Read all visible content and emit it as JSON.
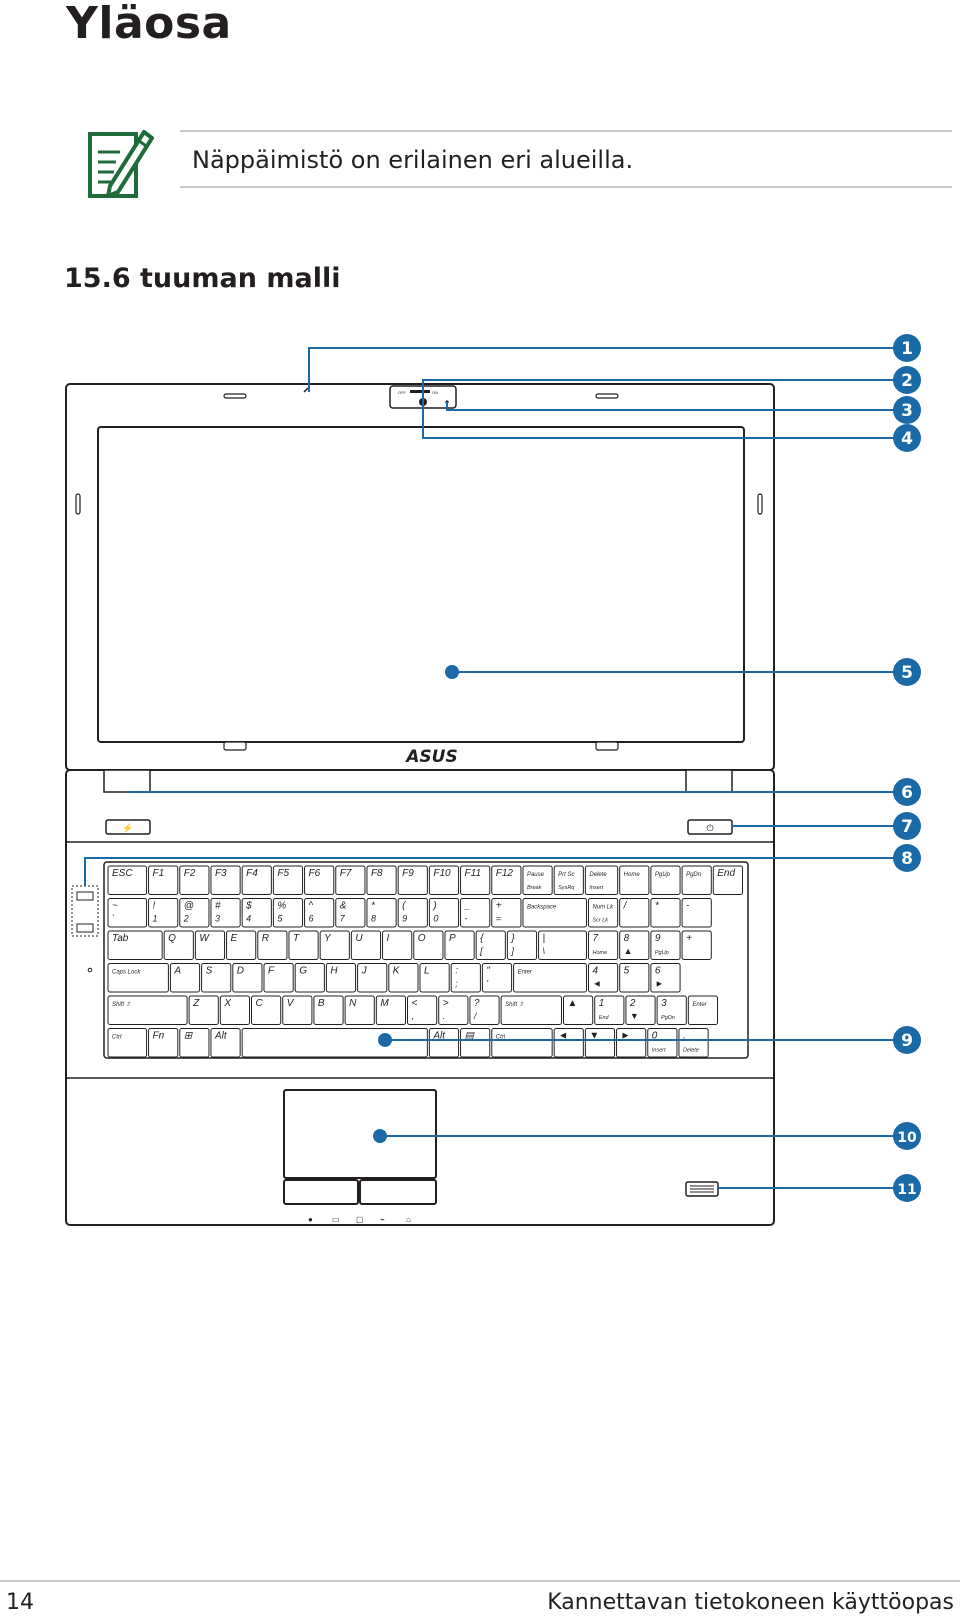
{
  "page": {
    "title": "Yläosa",
    "note": "Näppäimistö on erilainen eri alueilla.",
    "subtitle": "15.6 tuuman malli",
    "page_number": "14",
    "book_title": "Kannettavan tietokoneen käyttöopas"
  },
  "callouts": [
    "1",
    "2",
    "3",
    "4",
    "5",
    "6",
    "7",
    "8",
    "9",
    "10",
    "11"
  ],
  "callout_color": "#1a6aa8",
  "icon_color": "#1f6b3a",
  "brand": "ASUS",
  "camera": {
    "left_label": "OFF",
    "right_label": "ON"
  },
  "keyboard": {
    "rows": [
      [
        {
          "t": "ESC",
          "w": 1.3
        },
        {
          "t": "F1",
          "w": 1
        },
        {
          "t": "F2",
          "w": 1
        },
        {
          "t": "F3",
          "w": 1
        },
        {
          "t": "F4",
          "w": 1
        },
        {
          "t": "F5",
          "w": 1
        },
        {
          "t": "F6",
          "w": 1
        },
        {
          "t": "F7",
          "w": 1
        },
        {
          "t": "F8",
          "w": 1
        },
        {
          "t": "F9",
          "w": 1
        },
        {
          "t": "F10",
          "w": 1
        },
        {
          "t": "F11",
          "w": 1
        },
        {
          "t": "F12",
          "w": 1
        },
        {
          "t": "Pause",
          "s": "Break",
          "w": 1
        },
        {
          "t": "Prt Sc",
          "s": "SysRq",
          "w": 1
        },
        {
          "t": "Delete",
          "s": "Insert",
          "w": 1.1
        },
        {
          "t": "Home",
          "w": 1
        },
        {
          "t": "PgUp",
          "w": 1
        },
        {
          "t": "PgDn",
          "w": 1
        },
        {
          "t": "End",
          "w": 1
        }
      ],
      [
        {
          "t": "~",
          "s": "`",
          "w": 1.3
        },
        {
          "t": "!",
          "s": "1",
          "w": 1
        },
        {
          "t": "@",
          "s": "2",
          "w": 1
        },
        {
          "t": "#",
          "s": "3",
          "w": 1
        },
        {
          "t": "$",
          "s": "4",
          "w": 1
        },
        {
          "t": "%",
          "s": "5",
          "w": 1
        },
        {
          "t": "^",
          "s": "6",
          "w": 1
        },
        {
          "t": "&",
          "s": "7",
          "w": 1
        },
        {
          "t": "*",
          "s": "8",
          "w": 1
        },
        {
          "t": "(",
          "s": "9",
          "w": 1
        },
        {
          "t": ")",
          "s": "0",
          "w": 1
        },
        {
          "t": "_",
          "s": "-",
          "w": 1
        },
        {
          "t": "+",
          "s": "=",
          "w": 1
        },
        {
          "t": "Backspace",
          "w": 2.1
        },
        {
          "t": "Num Lk",
          "s": "Scr Lk",
          "w": 1
        },
        {
          "t": "/",
          "w": 1
        },
        {
          "t": "*",
          "w": 1
        },
        {
          "t": "-",
          "w": 1
        }
      ],
      [
        {
          "t": "Tab",
          "w": 1.8
        },
        {
          "t": "Q",
          "w": 1
        },
        {
          "t": "W",
          "w": 1
        },
        {
          "t": "E",
          "w": 1
        },
        {
          "t": "R",
          "w": 1
        },
        {
          "t": "T",
          "w": 1
        },
        {
          "t": "Y",
          "w": 1
        },
        {
          "t": "U",
          "w": 1
        },
        {
          "t": "I",
          "w": 1
        },
        {
          "t": "O",
          "w": 1
        },
        {
          "t": "P",
          "w": 1
        },
        {
          "t": "{",
          "s": "[",
          "w": 1
        },
        {
          "t": "}",
          "s": "]",
          "w": 1
        },
        {
          "t": "|",
          "s": "\\",
          "w": 1.6
        },
        {
          "t": "7",
          "s": "Home",
          "w": 1
        },
        {
          "t": "8",
          "s": "▲",
          "w": 1
        },
        {
          "t": "9",
          "s": "PgUp",
          "w": 1
        },
        {
          "t": "+",
          "w": 1
        }
      ],
      [
        {
          "t": "Caps Lock",
          "w": 2.0
        },
        {
          "t": "A",
          "w": 1
        },
        {
          "t": "S",
          "w": 1
        },
        {
          "t": "D",
          "w": 1
        },
        {
          "t": "F",
          "w": 1
        },
        {
          "t": "G",
          "w": 1
        },
        {
          "t": "H",
          "w": 1
        },
        {
          "t": "J",
          "w": 1
        },
        {
          "t": "K",
          "w": 1
        },
        {
          "t": "L",
          "w": 1
        },
        {
          "t": ":",
          "s": ";",
          "w": 1
        },
        {
          "t": "\"",
          "s": "'",
          "w": 1
        },
        {
          "t": "Enter",
          "w": 2.4
        },
        {
          "t": "4",
          "s": "◄",
          "w": 1
        },
        {
          "t": "5",
          "w": 1
        },
        {
          "t": "6",
          "s": "►",
          "w": 1
        }
      ],
      [
        {
          "t": "Shift ⇧",
          "w": 2.6
        },
        {
          "t": "Z",
          "w": 1
        },
        {
          "t": "X",
          "w": 1
        },
        {
          "t": "C",
          "w": 1
        },
        {
          "t": "V",
          "w": 1
        },
        {
          "t": "B",
          "w": 1
        },
        {
          "t": "N",
          "w": 1
        },
        {
          "t": "M",
          "w": 1
        },
        {
          "t": "<",
          "s": ",",
          "w": 1
        },
        {
          "t": ">",
          "s": ".",
          "w": 1
        },
        {
          "t": "?",
          "s": "/",
          "w": 1
        },
        {
          "t": "Shift ⇧",
          "w": 2.0
        },
        {
          "t": "▲",
          "w": 1
        },
        {
          "t": "1",
          "s": "End",
          "w": 1
        },
        {
          "t": "2",
          "s": "▼",
          "w": 1
        },
        {
          "t": "3",
          "s": "PgDn",
          "w": 1
        },
        {
          "t": "Enter",
          "w": 1
        }
      ],
      [
        {
          "t": "Ctrl",
          "w": 1.3
        },
        {
          "t": "Fn",
          "w": 1
        },
        {
          "t": "⊞",
          "w": 1
        },
        {
          "t": "Alt",
          "w": 1
        },
        {
          "t": "",
          "w": 6.0
        },
        {
          "t": "Alt",
          "w": 1
        },
        {
          "t": "▤",
          "w": 1
        },
        {
          "t": "Ctrl",
          "w": 2.0
        },
        {
          "t": "◄",
          "w": 1
        },
        {
          "t": "▼",
          "w": 1
        },
        {
          "t": "►",
          "w": 1
        },
        {
          "t": "0",
          "s": "Insert",
          "w": 1
        },
        {
          "t": ".",
          "s": "Delete",
          "w": 1
        }
      ]
    ]
  }
}
